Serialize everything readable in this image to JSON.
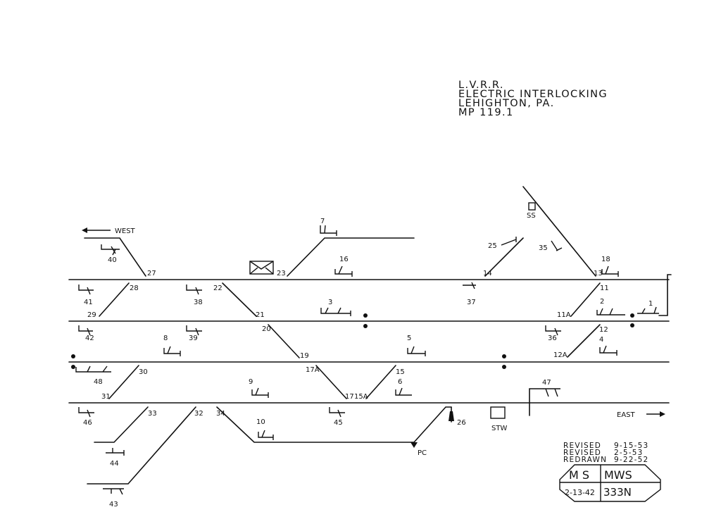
{
  "title": {
    "line1": "L.V.R.R.",
    "line2": "ELECTRIC INTERLOCKING",
    "line3": "LEHIGHTON, PA.",
    "line4": "MP 119.1"
  },
  "directions": {
    "west": "WEST",
    "east": "EAST"
  },
  "labels": {
    "l40": "40",
    "l27": "27",
    "l7": "7",
    "l23": "23",
    "l16": "16",
    "l14": "14",
    "l25": "25",
    "l35": "35",
    "lSS": "SS",
    "l18": "18",
    "l13": "13",
    "l28": "28",
    "l22": "22",
    "l41": "41",
    "l38": "38",
    "l29": "29",
    "l21": "21",
    "l3": "3",
    "l37": "37",
    "l11": "11",
    "l2": "2",
    "l1": "1",
    "l11A": "11A",
    "l42": "42",
    "l8": "8",
    "l39": "39",
    "l20": "20",
    "l19": "19",
    "l5": "5",
    "l36": "36",
    "l12": "12",
    "l4": "4",
    "l12A": "12A",
    "l48": "48",
    "l30": "30",
    "l17A": "17A",
    "l15": "15",
    "l9": "9",
    "l6": "6",
    "l31": "31",
    "l17": "17",
    "l15A": "15A",
    "l47": "47",
    "l46": "46",
    "l33": "33",
    "l32": "32",
    "l34": "34",
    "l45": "45",
    "l26": "26",
    "l10": "10",
    "lPC": "PC",
    "l44": "44",
    "l43": "43",
    "lSTW": "STW"
  },
  "revisions": {
    "revised1_label": "REVISED",
    "revised1_date": "9-15-53",
    "revised2_label": "REVISED",
    "revised2_date": "2-5-53",
    "redrawn_label": "REDRAWN",
    "redrawn_date": "9-22-52"
  },
  "title_block": {
    "ms": "M S",
    "mws": "MWS",
    "date": "2-13-42",
    "drawing_no": "333N"
  },
  "colors": {
    "ink": "#111111",
    "paper": "#ffffff"
  }
}
